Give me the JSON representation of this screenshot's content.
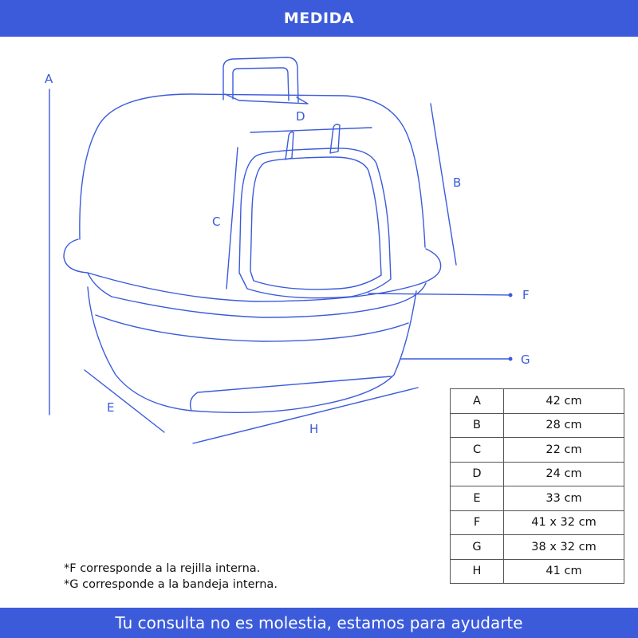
{
  "colors": {
    "brand": "#3b5bdb",
    "line": "#3b5bdb",
    "text": "#111111"
  },
  "header": {
    "title": "MEDIDA"
  },
  "footer": {
    "text": "Tu consulta no es molestia, estamos para ayudarte"
  },
  "labels": {
    "A": "A",
    "B": "B",
    "C": "C",
    "D": "D",
    "E": "E",
    "F": "F",
    "G": "G",
    "H": "H"
  },
  "table": {
    "rows": [
      {
        "key": "A",
        "value": "42 cm"
      },
      {
        "key": "B",
        "value": "28 cm"
      },
      {
        "key": "C",
        "value": "22 cm"
      },
      {
        "key": "D",
        "value": "24 cm"
      },
      {
        "key": "E",
        "value": "33 cm"
      },
      {
        "key": "F",
        "value": "41 x 32 cm"
      },
      {
        "key": "G",
        "value": "38 x 32 cm"
      },
      {
        "key": "H",
        "value": "41 cm"
      }
    ]
  },
  "notes": [
    "*F corresponde a la rejilla interna.",
    "*G corresponde a la bandeja interna."
  ]
}
